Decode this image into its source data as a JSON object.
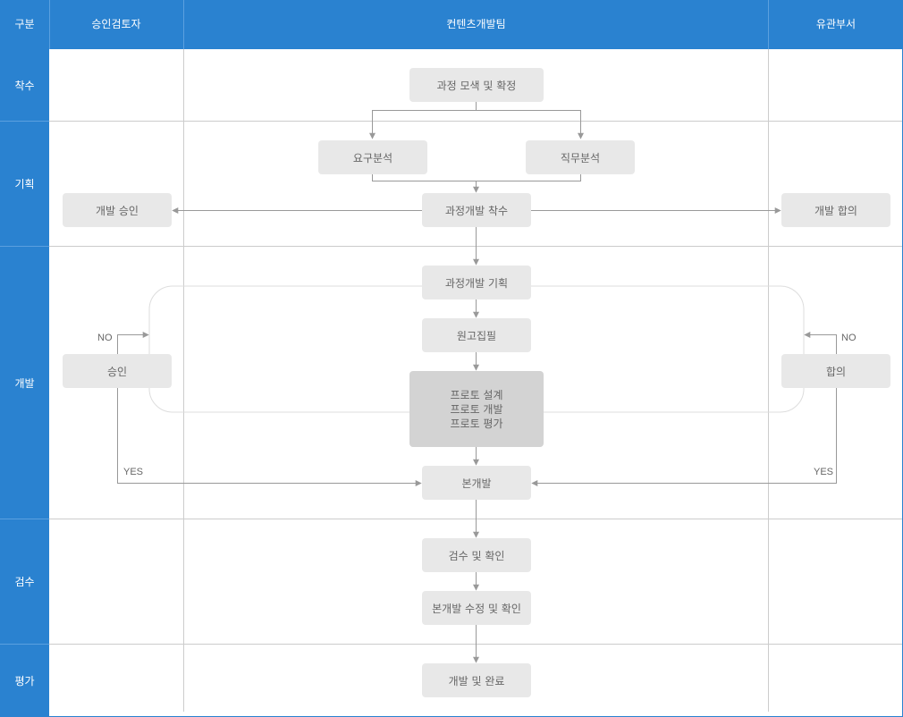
{
  "header": {
    "category": "구분",
    "approver": "승인검토자",
    "team": "컨텐츠개발팀",
    "related": "유관부서"
  },
  "stages": {
    "start": "착수",
    "plan": "기획",
    "develop": "개발",
    "inspect": "검수",
    "evaluate": "평가"
  },
  "nodes": {
    "course_search": "과정 모색 및 확정",
    "needs_analysis": "요구분석",
    "job_analysis": "직무분석",
    "dev_start": "과정개발 착수",
    "dev_approval": "개발 승인",
    "dev_agreement": "개발 합의",
    "dev_planning": "과정개발 기획",
    "manuscript": "원고집필",
    "prototype": [
      "프로토 설계",
      "프로토 개발",
      "프로토 평가"
    ],
    "approve": "승인",
    "agree": "합의",
    "main_dev": "본개발",
    "inspect_confirm": "검수 및 확인",
    "revise_confirm": "본개발 수정 및 확인",
    "complete": "개발 및 완료"
  },
  "labels": {
    "no_left": "NO",
    "no_right": "NO",
    "yes_left": "YES",
    "yes_right": "YES"
  },
  "colors": {
    "header_blue": "#2a82d0",
    "node_fill": "#e8e8e8",
    "node_dark_fill": "#d3d3d3",
    "line": "#999999",
    "grid": "#cccccc"
  }
}
